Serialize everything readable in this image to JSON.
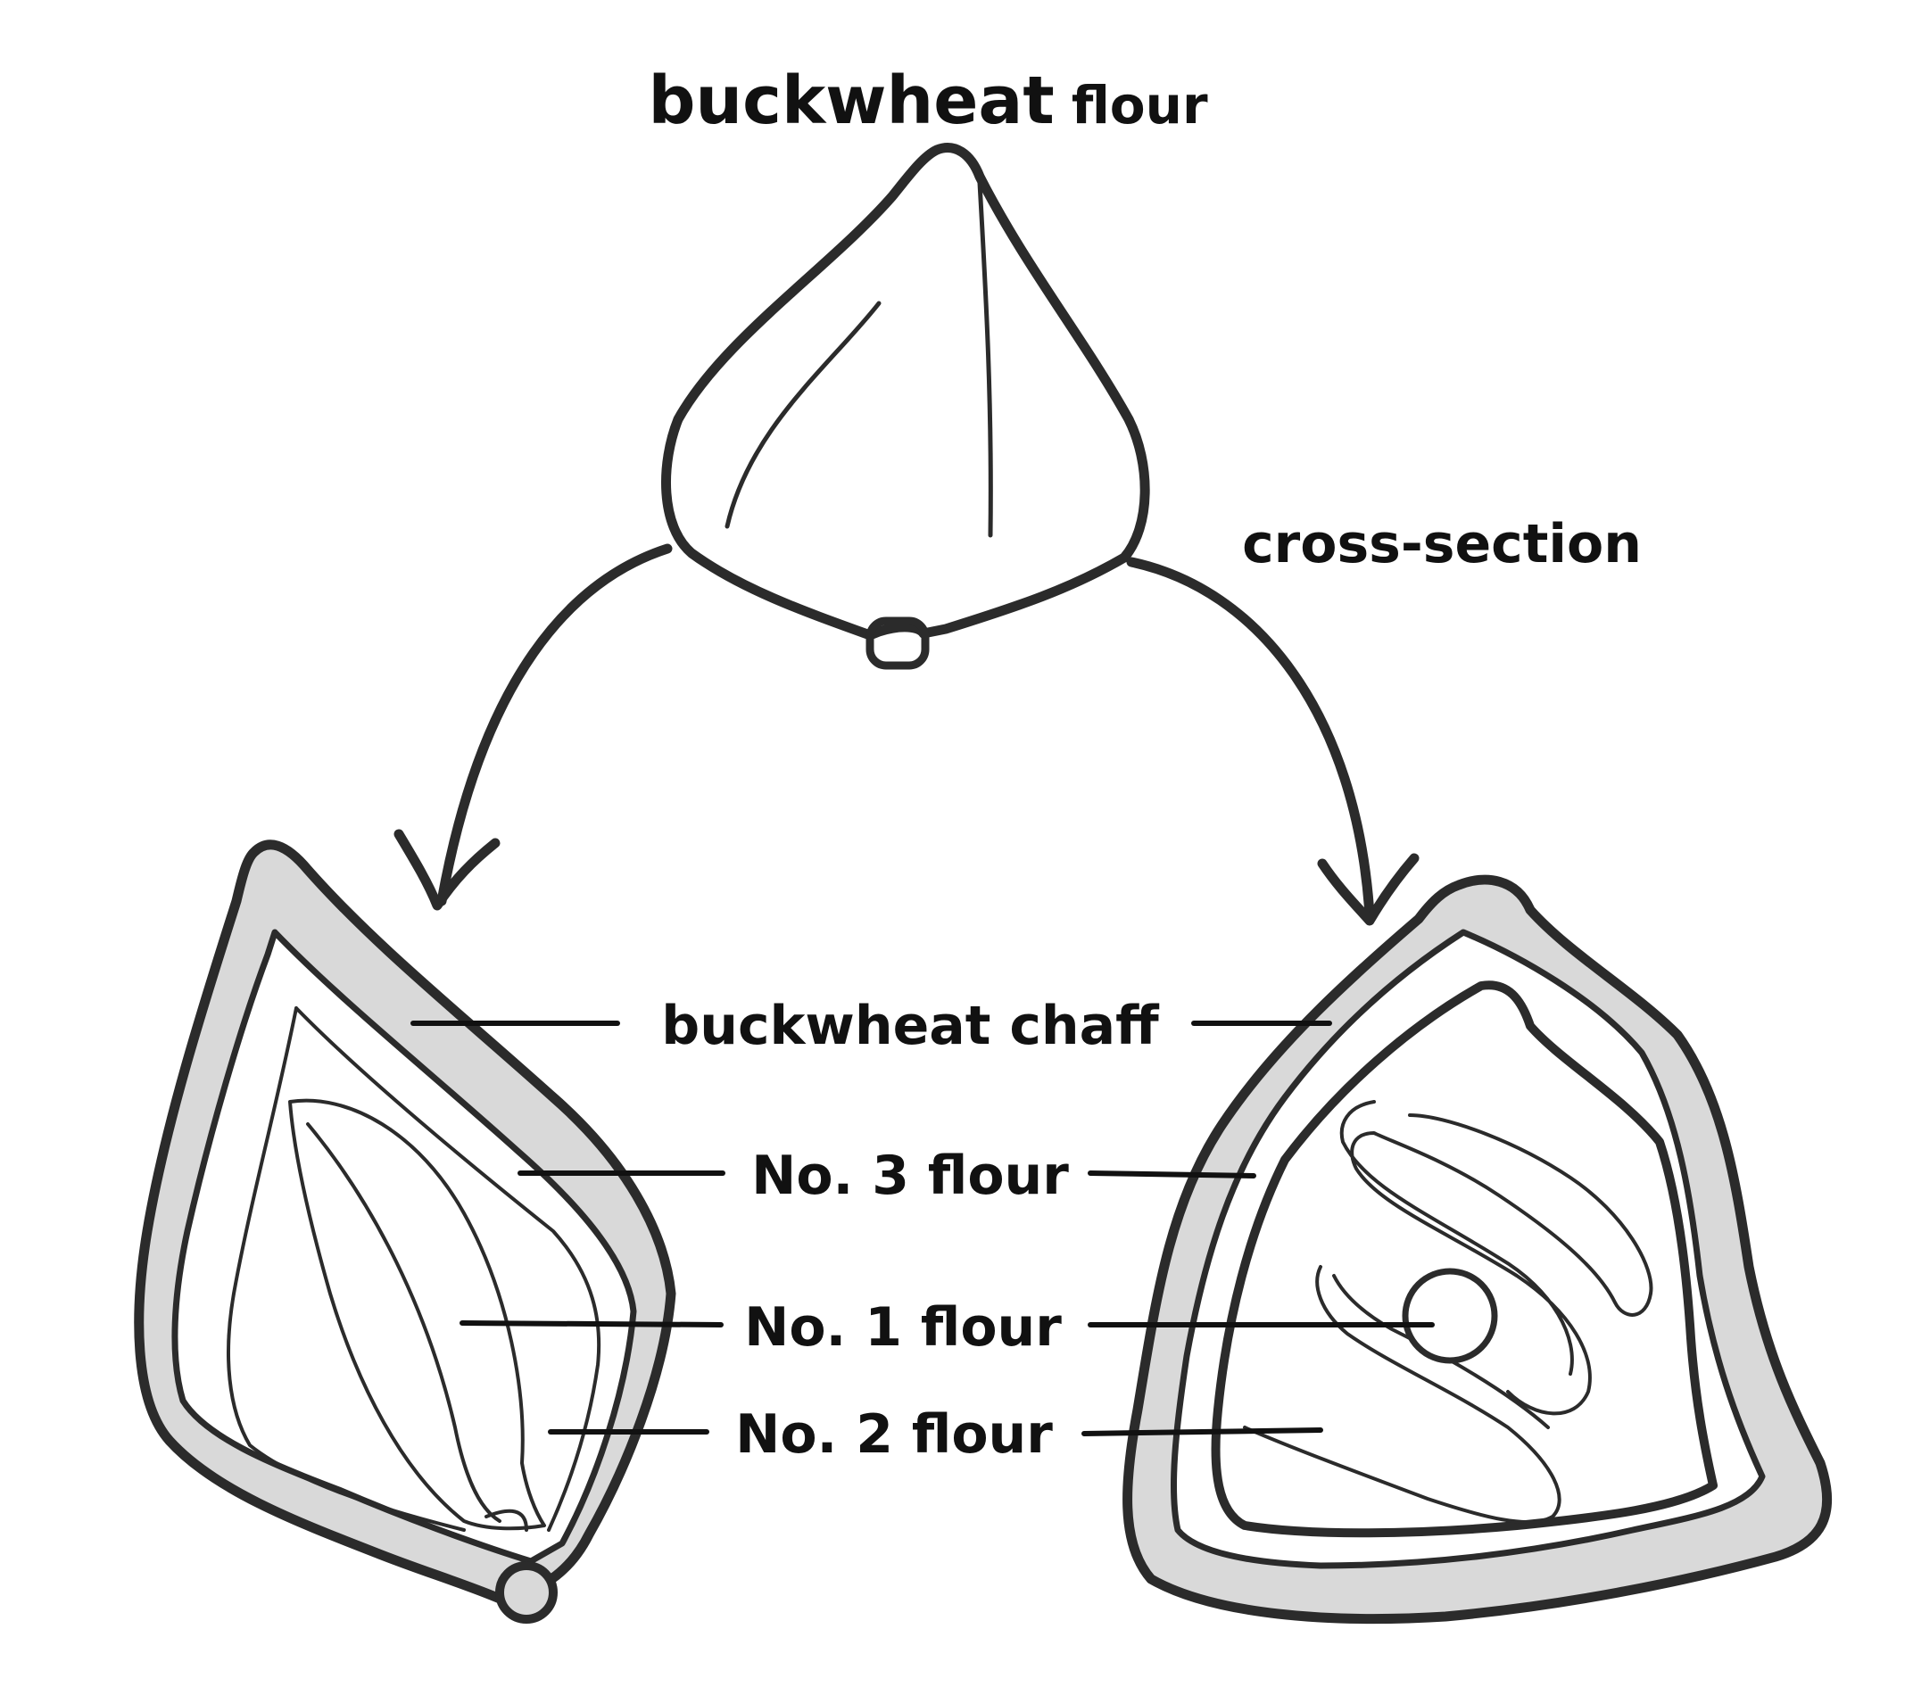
{
  "title": {
    "main": "buckwheat",
    "suffix": "flour"
  },
  "annotation": {
    "cross_section": "cross-section"
  },
  "labels": [
    {
      "key": "chaff",
      "text": "buckwheat chaff"
    },
    {
      "key": "no3",
      "text": "No. 3 flour"
    },
    {
      "key": "no1",
      "text": "No. 1 flour"
    },
    {
      "key": "no2",
      "text": "No. 2 flour"
    }
  ],
  "colors": {
    "ink": "#2b2b2b",
    "hull_fill": "#d9d9d9",
    "background": "#ffffff"
  }
}
